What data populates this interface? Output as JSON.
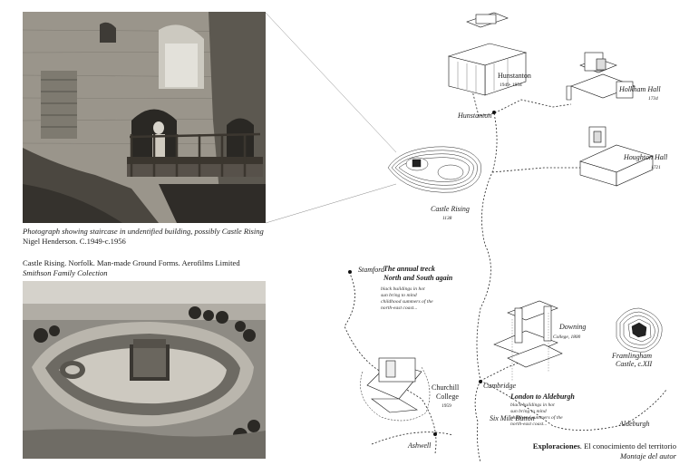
{
  "photo1": {
    "caption_line1": "Photograph showing staircase in undentified building, possibly Castle Rising",
    "caption_line2": "Nigel Henderson. C.1949-c.1956"
  },
  "photo2": {
    "caption_line1": "Castle Rising. Norfolk. Man-made Ground Forms. Aerofilms Limited",
    "caption_line2": "Smithson Family Colection"
  },
  "places": {
    "hunstanton_building": "Hunstanton",
    "hunstanton_building_dates": "1949- 1954",
    "hunstanton_town": "Hunstanton",
    "holkham": "Holkham Hall",
    "holkham_date": "1734",
    "houghton": "Houghton Hall",
    "houghton_date": "1721",
    "castle_rising": "Castle Rising",
    "castle_rising_date": "1138",
    "stamford": "Stamford",
    "downing_line1": "Downing",
    "downing_line2": "College, 1800",
    "framlingham_line1": "Framlingham",
    "framlingham_line2": "Castle, c.XII",
    "aldeburgh": "Aldeburgh",
    "churchill_line1": "Churchill",
    "churchill_line2": "College",
    "churchill_date": "1959",
    "cambridge": "Cambridge",
    "ashwell": "Ashwell",
    "six_mile_bottom": "Six Mile Button"
  },
  "annual_trek": {
    "title_line1": "The annual treck",
    "title_line2": "North and South again",
    "note": [
      "black buildings in hot",
      "sun bring to mind",
      "childhood summers of the",
      "north-east coast..."
    ]
  },
  "london_aldeburgh": {
    "title": "London to Aldeburgh",
    "note": [
      "black buildings in hot",
      "sun bring to mind",
      "childhood summers of the",
      "north-east coast..."
    ]
  },
  "credit": {
    "bold": "Exploraciones",
    "rest": ". El conocimiento del territorio",
    "line2": "Montaje del autor"
  }
}
